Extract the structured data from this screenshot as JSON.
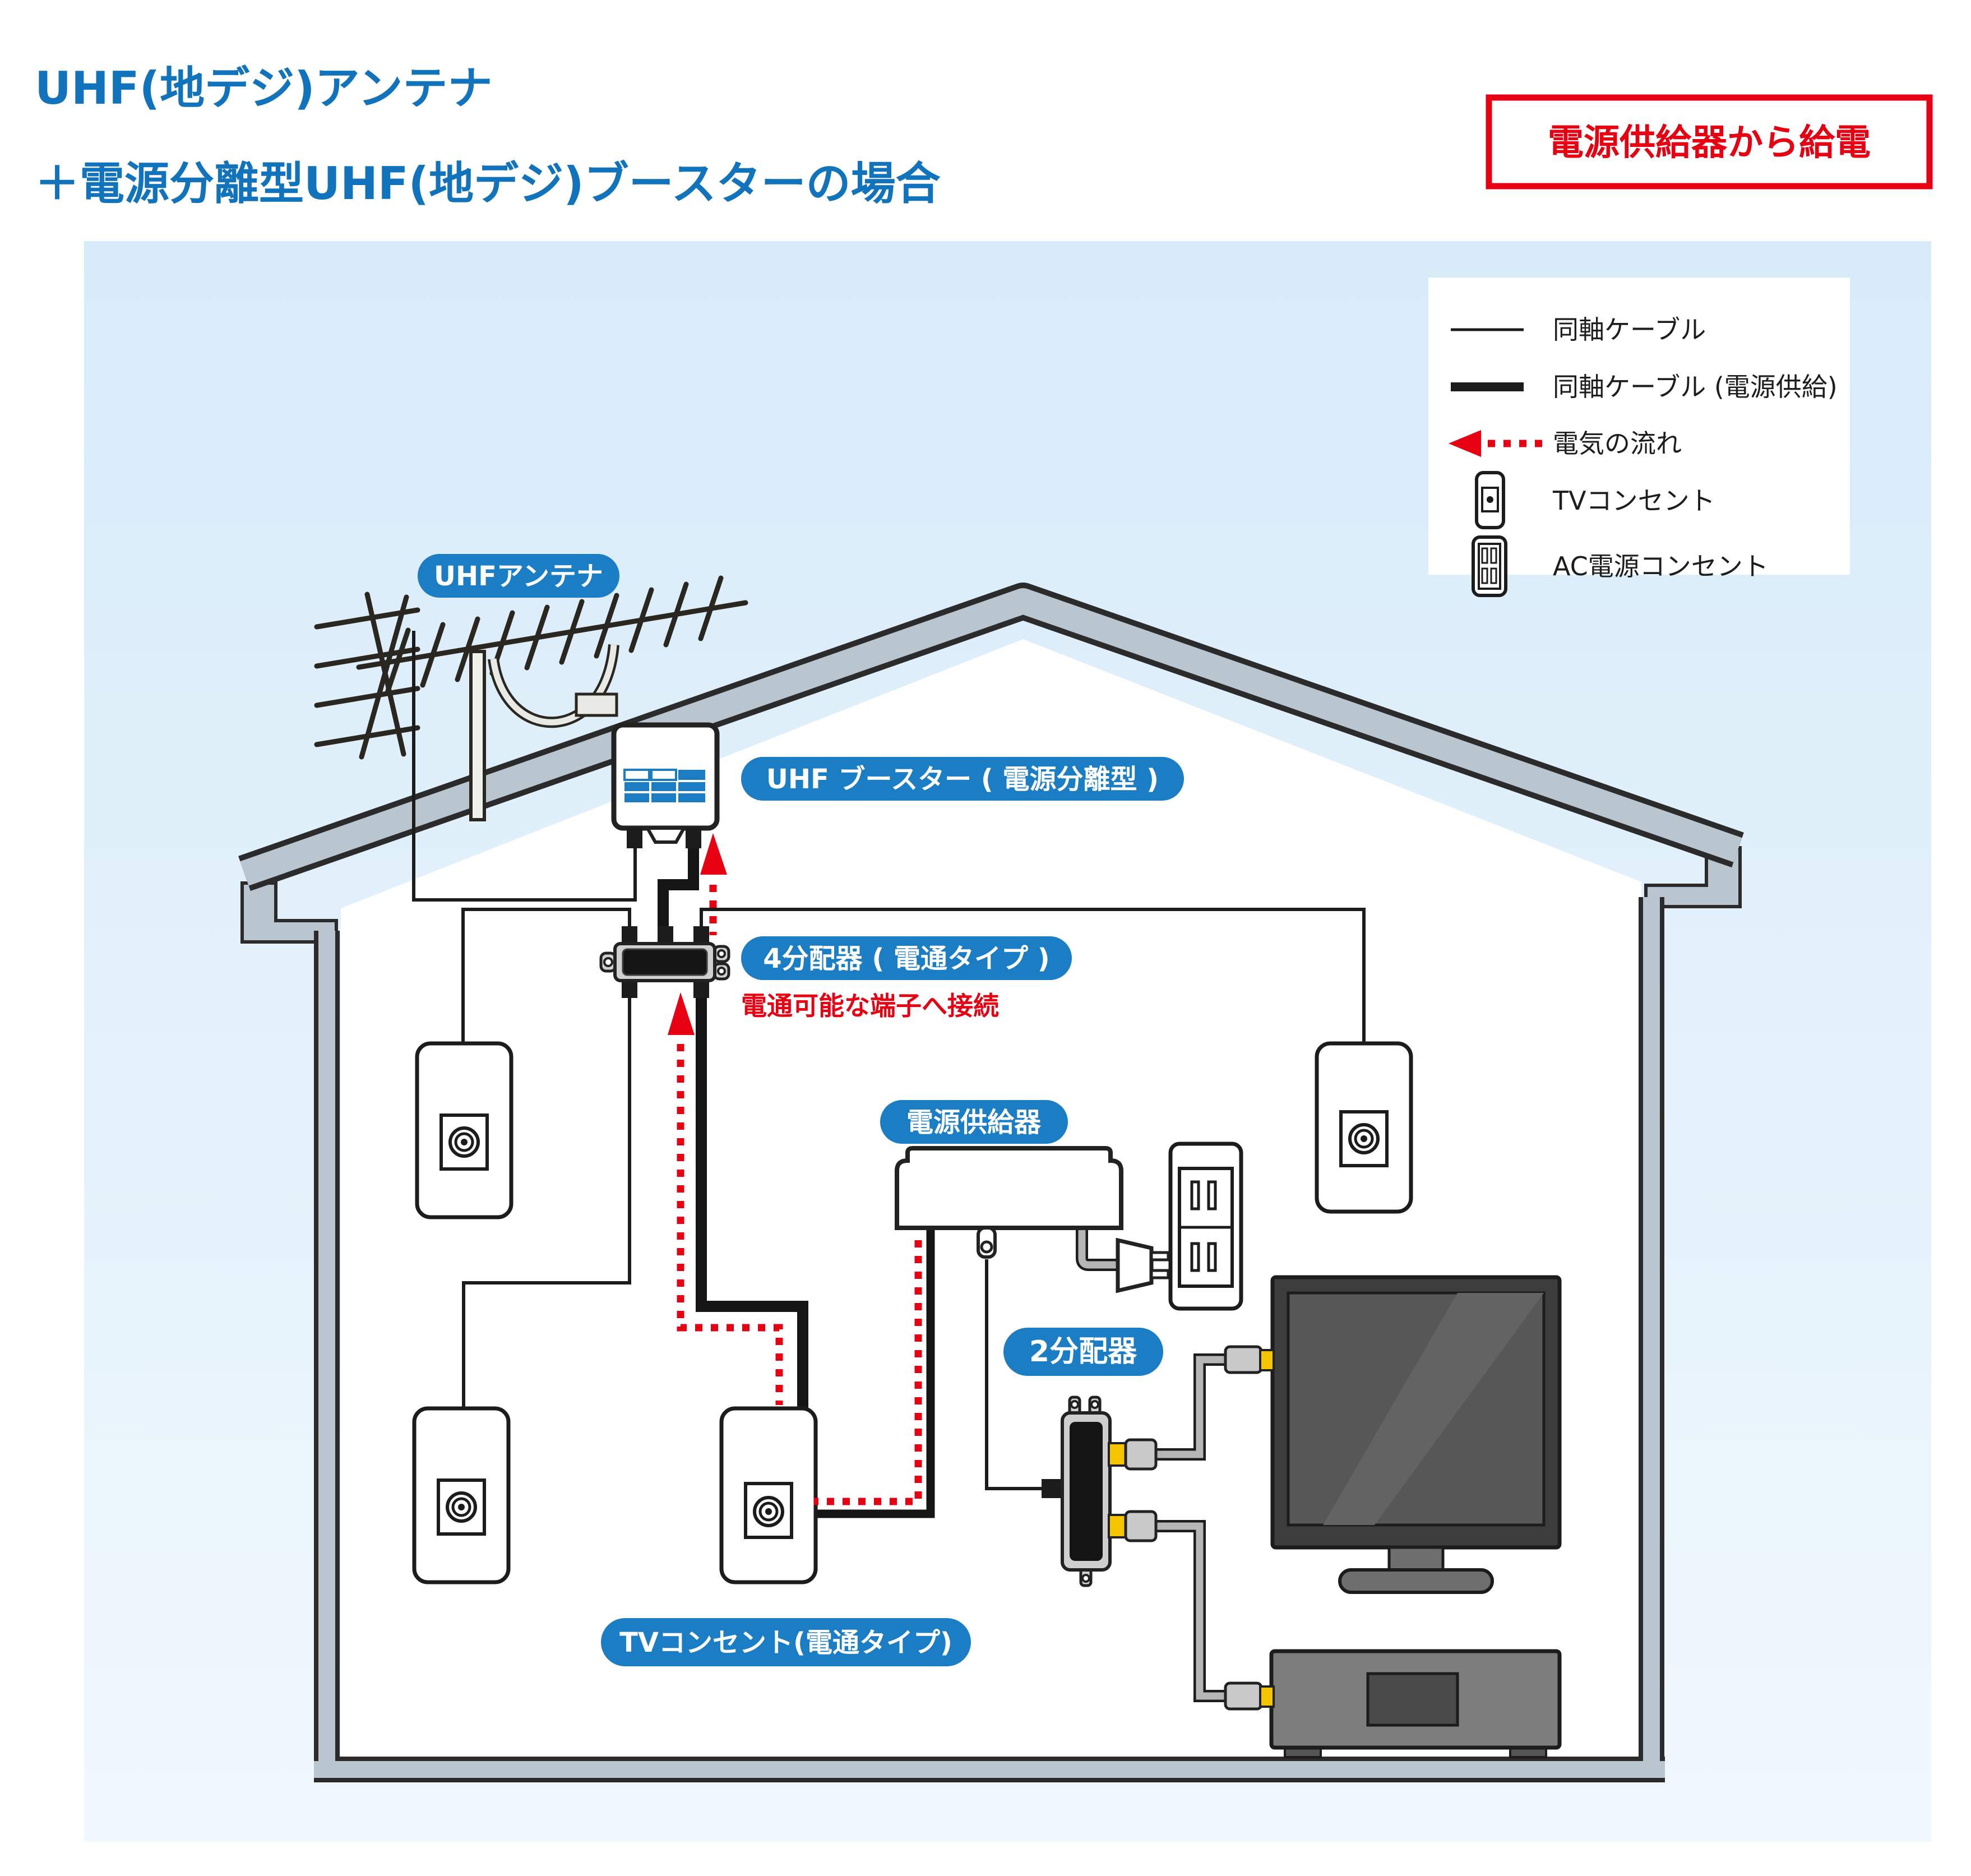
{
  "title": {
    "line1": "UHF(地デジ)アンテナ",
    "line2": "＋電源分離型UHF(地デジ)ブースターの場合"
  },
  "badge": {
    "text": "電源供給器から給電"
  },
  "legend": {
    "items": [
      {
        "id": "coax",
        "label": "同軸ケーブル"
      },
      {
        "id": "coax-power",
        "label": "同軸ケーブル (電源供給)"
      },
      {
        "id": "flow",
        "label": "電気の流れ"
      },
      {
        "id": "tv-outlet",
        "label": "TVコンセント"
      },
      {
        "id": "ac-outlet",
        "label": "AC電源コンセント"
      }
    ]
  },
  "labels": {
    "antenna": "UHFアンテナ",
    "booster": "UHF ブースター ( 電源分離型 )",
    "splitter4": "4分配器 ( 電通タイプ )",
    "splitter4_note": "電通可能な端子へ接続",
    "power_supply": "電源供給器",
    "splitter2": "2分配器",
    "tv_outlet_power": "TVコンセント(電通タイプ)"
  },
  "colors": {
    "accent_blue": "#1b7ec4",
    "title_blue": "#1173bb",
    "alert_red": "#e60012",
    "roof_gray": "#b9c6cf",
    "panel_blue_top": "#d9ecf9",
    "panel_blue_bottom": "#eff7fd",
    "connector_yellow": "#f5c400"
  }
}
